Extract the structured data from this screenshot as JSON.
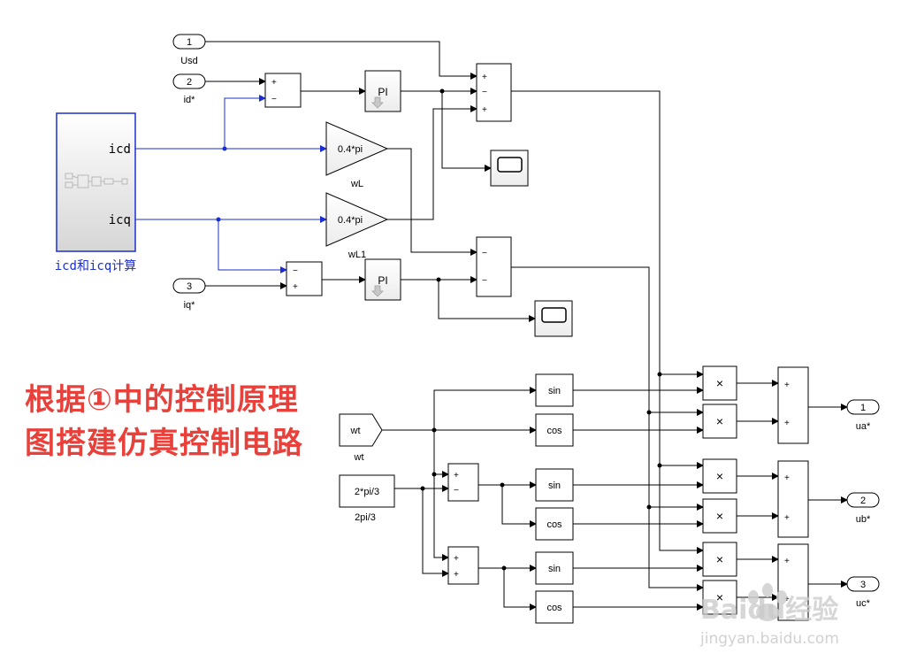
{
  "inports": [
    {
      "number": "1",
      "name": "Usd"
    },
    {
      "number": "2",
      "name": "id*"
    },
    {
      "number": "3",
      "name": "iq*"
    }
  ],
  "subsystem": {
    "port1": "icd",
    "port2": "icq",
    "name": "icd和icq计算"
  },
  "gains": [
    {
      "expr": "0.4*pi",
      "name": "wL"
    },
    {
      "expr": "0.4*pi",
      "name": "wL1"
    }
  ],
  "pi_label": "PI",
  "sum_signs": {
    "plus": "+",
    "minus": "−"
  },
  "multiply_symbol": "×",
  "trig": {
    "sin": "sin",
    "cos": "cos"
  },
  "wt_source": {
    "label": "wt",
    "name": "wt"
  },
  "constant": {
    "value": "2*pi/3",
    "name": "2pi/3"
  },
  "outports": [
    {
      "number": "1",
      "name": "ua*"
    },
    {
      "number": "2",
      "name": "ub*"
    },
    {
      "number": "3",
      "name": "uc*"
    }
  ],
  "caption": {
    "line1": "根据①中的控制原理",
    "line2": "图搭建仿真控制电路"
  },
  "watermark": {
    "brand": "Baidu经验",
    "url": "jingyan.baidu.com"
  },
  "colors": {
    "caption": "#e8403a",
    "subsystem_border": "#1b2fd1",
    "blue_line": "#1b2fd1",
    "line": "#000000"
  }
}
